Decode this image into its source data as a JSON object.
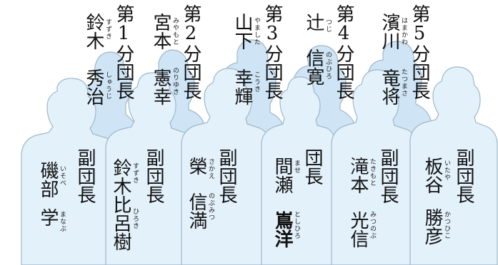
{
  "members": [
    {
      "id": "b1",
      "title": "第1分団長",
      "surname": "鈴木",
      "surname_ruby": "すずき",
      "given": "秀治",
      "given_ruby": "しゅうじ"
    },
    {
      "id": "b2",
      "title": "第2分団長",
      "surname": "宮本",
      "surname_ruby": "みやもと",
      "given": "憲幸",
      "given_ruby": "のりゆき"
    },
    {
      "id": "b3",
      "title": "第3分団長",
      "surname": "山下",
      "surname_ruby": "やました",
      "given": "幸輝",
      "given_ruby": "こうき"
    },
    {
      "id": "b4",
      "title": "第4分団長",
      "surname": "辻",
      "surname_ruby": "つじ",
      "given": "信寛",
      "given_ruby": "のぶひろ"
    },
    {
      "id": "b5",
      "title": "第5分団長",
      "surname": "濱川",
      "surname_ruby": "はまかわ",
      "given": "竜将",
      "given_ruby": "たつまさ"
    },
    {
      "id": "f1",
      "title": "副団長",
      "surname": "磯部",
      "surname_ruby": "いそべ",
      "given": "学",
      "given_ruby": "まなぶ"
    },
    {
      "id": "f2",
      "title": "副団長",
      "surname": "鈴木比呂樹",
      "surname_ruby": "すずき",
      "given": "",
      "given_ruby": "ひろき"
    },
    {
      "id": "f3",
      "title": "副団長",
      "surname": "榮",
      "surname_ruby": "さかえ",
      "given": "信満",
      "given_ruby": "のぶみつ"
    },
    {
      "id": "f4",
      "title": "団長",
      "surname": "間瀬",
      "surname_ruby": "ませ",
      "given": "嶌洋",
      "given_ruby": "としひろ"
    },
    {
      "id": "f5",
      "title": "副団長",
      "surname": "滝本",
      "surname_ruby": "たきもと",
      "given": "光信",
      "given_ruby": "みつのぶ"
    },
    {
      "id": "f6",
      "title": "副団長",
      "surname": "板谷",
      "surname_ruby": "いたや",
      "given": "勝彦",
      "given_ruby": "かつひこ"
    }
  ]
}
